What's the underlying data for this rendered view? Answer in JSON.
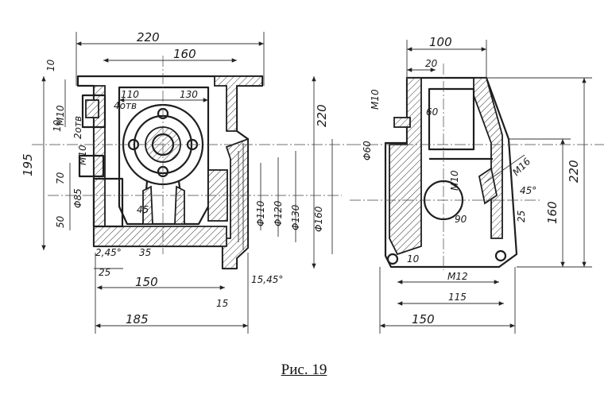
{
  "caption": "Рис. 19",
  "front_view": {
    "dims": {
      "d220_top": "220",
      "d160_top": "160",
      "d110": "110",
      "d4otv": "4отв",
      "d130": "130",
      "d10_left": "10",
      "d195": "195",
      "d10_mid": "10",
      "dM10_1": "М10",
      "d2otv": "2отв",
      "dM10_2": "М10",
      "d70": "70",
      "dphi85": "Φ85",
      "d50": "50",
      "d45": "45",
      "d2x45": "2,45°",
      "d35": "35",
      "d25": "25",
      "d150": "150",
      "d15": "15",
      "d185": "185",
      "d15x45": "15,45°",
      "d220_right": "220",
      "dphi110": "Φ110",
      "dphi120": "Φ120",
      "dphi130": "Φ130",
      "dphi160": "Φ160"
    }
  },
  "side_view": {
    "dims": {
      "d100": "100",
      "d20": "20",
      "dM10": "М10",
      "d60": "60",
      "dphi60": "Φ60",
      "dM10b": "М10",
      "dM16": "М16",
      "d45deg": "45°",
      "d25": "25",
      "d90": "90",
      "d10": "10",
      "d160": "160",
      "d220": "220",
      "dM12": "М12",
      "d115": "115",
      "d150": "150"
    }
  }
}
